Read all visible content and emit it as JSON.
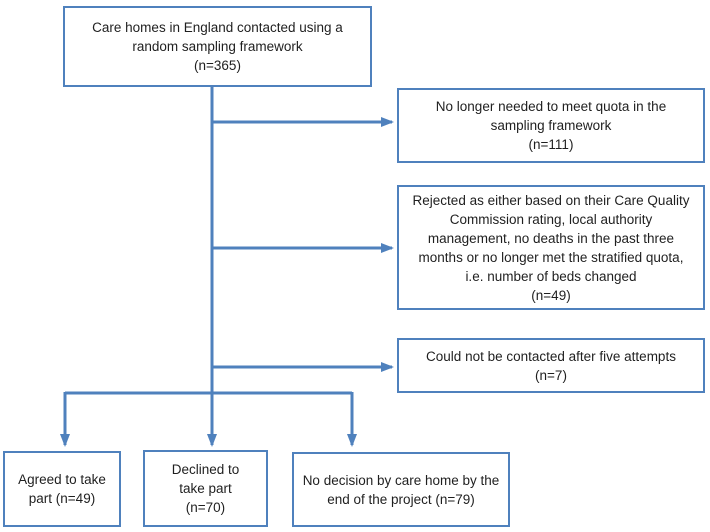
{
  "colors": {
    "accent": "#4f81bd",
    "text": "#1f1f1f",
    "background": "#ffffff"
  },
  "flowchart": {
    "nodes": {
      "source": {
        "lines": [
          "Care homes in England contacted using a",
          "random sampling framework",
          "(n=365)"
        ]
      },
      "excluded_quota": {
        "lines": [
          "No longer needed to meet quota in the",
          "sampling framework",
          "(n=111)"
        ]
      },
      "excluded_rejected": {
        "lines": [
          "Rejected as either based on their Care Quality",
          "Commission rating, local authority",
          "management, no deaths in the past three",
          "months or no longer met the stratified quota,",
          "i.e. number of beds changed",
          "(n=49)"
        ]
      },
      "excluded_contact": {
        "lines": [
          "Could not be contacted after five attempts",
          "(n=7)"
        ]
      },
      "agreed": {
        "lines": [
          "Agreed to take",
          "part (n=49)"
        ]
      },
      "declined": {
        "lines": [
          "Declined to",
          "take part",
          "(n=70)"
        ]
      },
      "no_decision": {
        "lines": [
          "No decision by care home by the",
          "end of the project (n=79)"
        ]
      }
    }
  }
}
